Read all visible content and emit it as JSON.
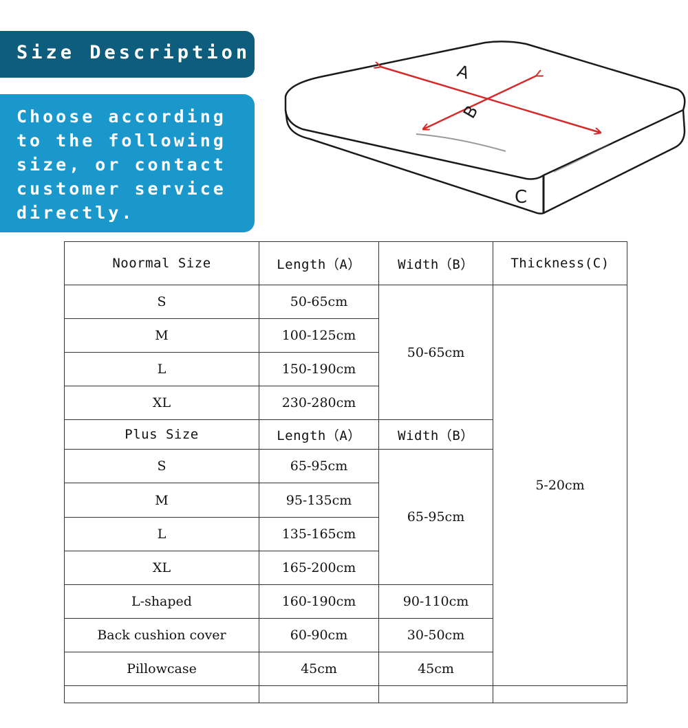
{
  "title": "Size Description",
  "note_lines": [
    "Choose according",
    "to the following",
    "size, or contact",
    "customer service",
    "directly."
  ],
  "diagram": {
    "label_a": "A",
    "label_b": "B",
    "label_c": "C"
  },
  "table": {
    "header": {
      "size": "Noormal Size",
      "length": "Length（A）",
      "width": "Width（B）",
      "thickness": "Thickness(C)"
    },
    "normal_rows": [
      {
        "size": "S",
        "length": "50-65cm"
      },
      {
        "size": "M",
        "length": "100-125cm"
      },
      {
        "size": "L",
        "length": "150-190cm"
      },
      {
        "size": "XL",
        "length": "230-280cm"
      }
    ],
    "normal_width": "50-65cm",
    "plus_header": {
      "size": "Plus Size",
      "length": "Length（A）",
      "width": "Width（B）"
    },
    "plus_rows": [
      {
        "size": "S",
        "length": "65-95cm"
      },
      {
        "size": "M",
        "length": "95-135cm"
      },
      {
        "size": "L",
        "length": "135-165cm"
      },
      {
        "size": "XL",
        "length": "165-200cm"
      }
    ],
    "plus_width": "65-95cm",
    "thickness_value": "5-20cm",
    "extra_rows": [
      {
        "size": "L-shaped",
        "length": "160-190cm",
        "width": "90-110cm"
      },
      {
        "size": "Back cushion cover",
        "length": "60-90cm",
        "width": "30-50cm"
      },
      {
        "size": "Pillowcase",
        "length": "45cm",
        "width": "45cm"
      }
    ]
  },
  "colors": {
    "title_bg": "#0e5d7d",
    "note_bg": "#1a98cc",
    "arrow": "#d42a2a"
  }
}
